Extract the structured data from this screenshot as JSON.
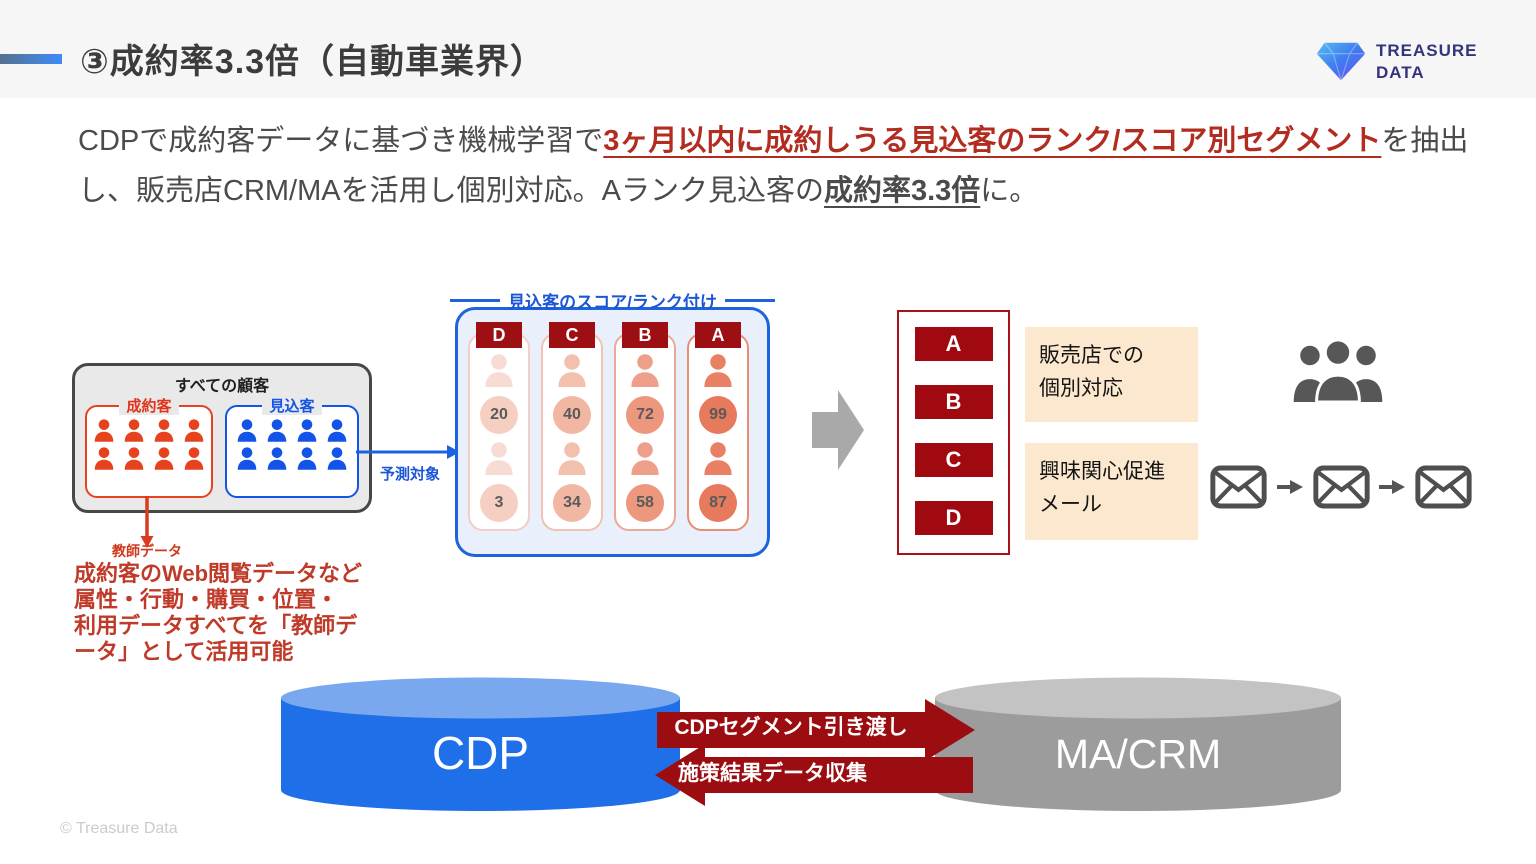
{
  "header": {
    "title": "③成約率3.3倍（自動車業界）",
    "logo_line1": "TREASURE",
    "logo_line2": "DATA"
  },
  "intro": {
    "part1": "CDPで成約客データに基づき機械学習で",
    "highlight_red": "3ヶ月以内に成約しうる見込客のランク/スコア別セグメント",
    "part2": "を抽出し、販売店CRM/MAを活用し個別対応。Aランク見込客の",
    "highlight_bold": "成約率3.3倍",
    "part3": "に。"
  },
  "diagram": {
    "all_customers": {
      "title": "すべての顧客",
      "closed_label": "成約客",
      "prospect_label": "見込客"
    },
    "predict_label": "予測対象",
    "teacher": {
      "arrow_label": "教師データ",
      "lines": [
        "成約客のWeb閲覧データなど",
        "属性・行動・購買・位置・",
        "利用データすべてを「教師デ",
        "ータ」として活用可能"
      ]
    },
    "scoring": {
      "title": "見込客のスコア/ランク付け",
      "columns": [
        {
          "rank": "D",
          "scores": [
            "20",
            "3"
          ]
        },
        {
          "rank": "C",
          "scores": [
            "40",
            "34"
          ]
        },
        {
          "rank": "B",
          "scores": [
            "72",
            "58"
          ]
        },
        {
          "rank": "A",
          "scores": [
            "99",
            "87"
          ]
        }
      ]
    },
    "rank_list": [
      "A",
      "B",
      "C",
      "D"
    ],
    "actions": [
      {
        "line1": "販売店での",
        "line2": "個別対応"
      },
      {
        "line1": "興味関心促進",
        "line2": "メール"
      }
    ],
    "cdp_label": "CDP",
    "ma_crm_label": "MA/CRM",
    "arrow_to_ma": "CDPセグメント引き渡し",
    "arrow_to_cdp": "施策結果データ収集"
  },
  "footer": {
    "copyright": "© Treasure Data"
  },
  "colors": {
    "accent_blue": "#1d64dc",
    "accent_red": "#e6421d",
    "dark_red": "#9e0f13",
    "cdp_blue": "#1e6fe8",
    "ma_gray": "#9c9c9c",
    "peach": "#fbe8cf"
  }
}
